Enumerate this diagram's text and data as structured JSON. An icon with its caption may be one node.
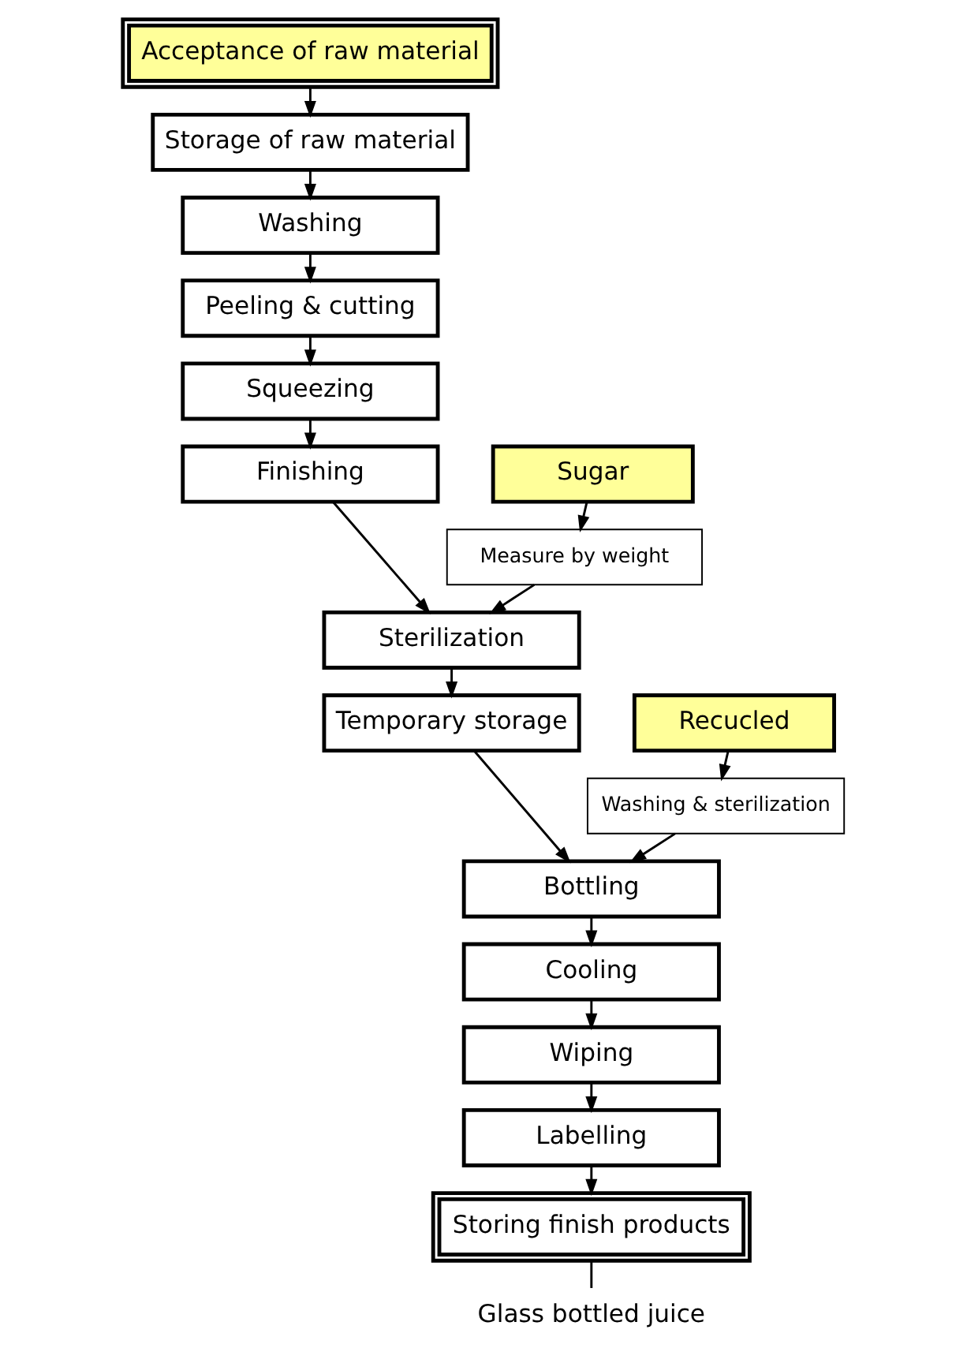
{
  "diagram": {
    "nodes": [
      {
        "text": [
          "Acceptance of raw material"
        ]
      },
      {
        "text": [
          "Storage of raw material"
        ]
      },
      {
        "text": [
          "Washing"
        ]
      },
      {
        "text": [
          "Peeling & cutting"
        ]
      },
      {
        "text": [
          "Squeezing"
        ]
      },
      {
        "text": [
          "Finishing"
        ]
      },
      {
        "text": [
          "Sugar"
        ]
      },
      {
        "text": [
          "Measure by weight"
        ]
      },
      {
        "text": [
          "Sterilization"
        ]
      },
      {
        "text": [
          "Temporary storage"
        ]
      },
      {
        "text": [
          "Recucled"
        ]
      },
      {
        "text": [
          "Washing & sterilization"
        ]
      },
      {
        "text": [
          "Bottling"
        ]
      },
      {
        "text": [
          "Cooling"
        ]
      },
      {
        "text": [
          "Wiping"
        ]
      },
      {
        "text": [
          "Labelling"
        ]
      },
      {
        "text": [
          "Storing finish products"
        ]
      },
      {
        "text": [
          "Glass bottled juice"
        ]
      }
    ],
    "edges": [
      {
        "from": 0,
        "to": 1,
        "arrow": "to"
      },
      {
        "from": 1,
        "to": 2,
        "arrow": "to"
      },
      {
        "from": 2,
        "to": 3,
        "arrow": "to"
      },
      {
        "from": 3,
        "to": 4,
        "arrow": "to"
      },
      {
        "from": 4,
        "to": 5,
        "arrow": "to"
      },
      {
        "from": 6,
        "to": 7,
        "arrow": "to"
      },
      {
        "from": 5,
        "to": 8,
        "arrow": "to"
      },
      {
        "from": 7,
        "to": 8,
        "arrow": "to"
      },
      {
        "from": 8,
        "to": 9,
        "arrow": "to"
      },
      {
        "from": 10,
        "to": 11,
        "arrow": "to"
      },
      {
        "from": 9,
        "to": 12,
        "arrow": "to"
      },
      {
        "from": 11,
        "to": 12,
        "arrow": "to"
      },
      {
        "from": 12,
        "to": 13,
        "arrow": "to"
      },
      {
        "from": 13,
        "to": 14,
        "arrow": "to"
      },
      {
        "from": 14,
        "to": 15,
        "arrow": "to"
      },
      {
        "from": 15,
        "to": 16,
        "arrow": "to"
      },
      {
        "from": 16,
        "to": 17,
        "arrow": "none"
      }
    ]
  }
}
